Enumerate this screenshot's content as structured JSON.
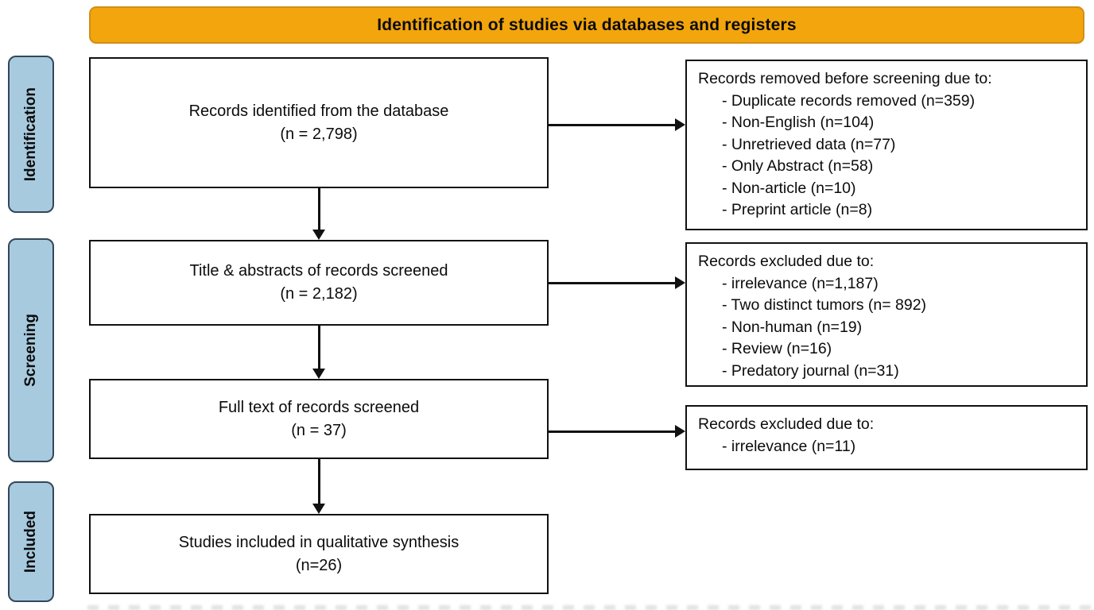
{
  "banner": {
    "title": "Identification of studies via databases and registers"
  },
  "stages": [
    {
      "label": "Identification"
    },
    {
      "label": "Screening"
    },
    {
      "label": "Included"
    }
  ],
  "main_boxes": [
    {
      "line1": "Records identified from the database",
      "line2": "(n = 2,798)"
    },
    {
      "line1": "Title & abstracts of records screened",
      "line2": "(n = 2,182)"
    },
    {
      "line1": "Full text of records screened",
      "line2": "(n = 37)"
    },
    {
      "line1": "Studies included in qualitative synthesis",
      "line2": "(n=26)"
    }
  ],
  "side_boxes": [
    {
      "title": "Records removed before screening due to:",
      "items": [
        "- Duplicate records removed (n=359)",
        "- Non-English (n=104)",
        "- Unretrieved data (n=77)",
        "- Only Abstract (n=58)",
        "- Non-article (n=10)",
        "- Preprint article (n=8)"
      ]
    },
    {
      "title": "Records excluded due to:",
      "items": [
        "- irrelevance (n=1,187)",
        "- Two distinct tumors (n= 892)",
        "- Non-human (n=19)",
        "- Review (n=16)",
        "- Predatory journal (n=31)"
      ]
    },
    {
      "title": "Records excluded due to:",
      "items": [
        "- irrelevance (n=11)"
      ]
    }
  ],
  "colors": {
    "banner_bg": "#F2A50C",
    "banner_border": "#D18E16",
    "stage_bg": "#A7CADF",
    "stage_border": "#33475A",
    "box_border": "#111111",
    "box_bg": "#FFFFFF"
  }
}
